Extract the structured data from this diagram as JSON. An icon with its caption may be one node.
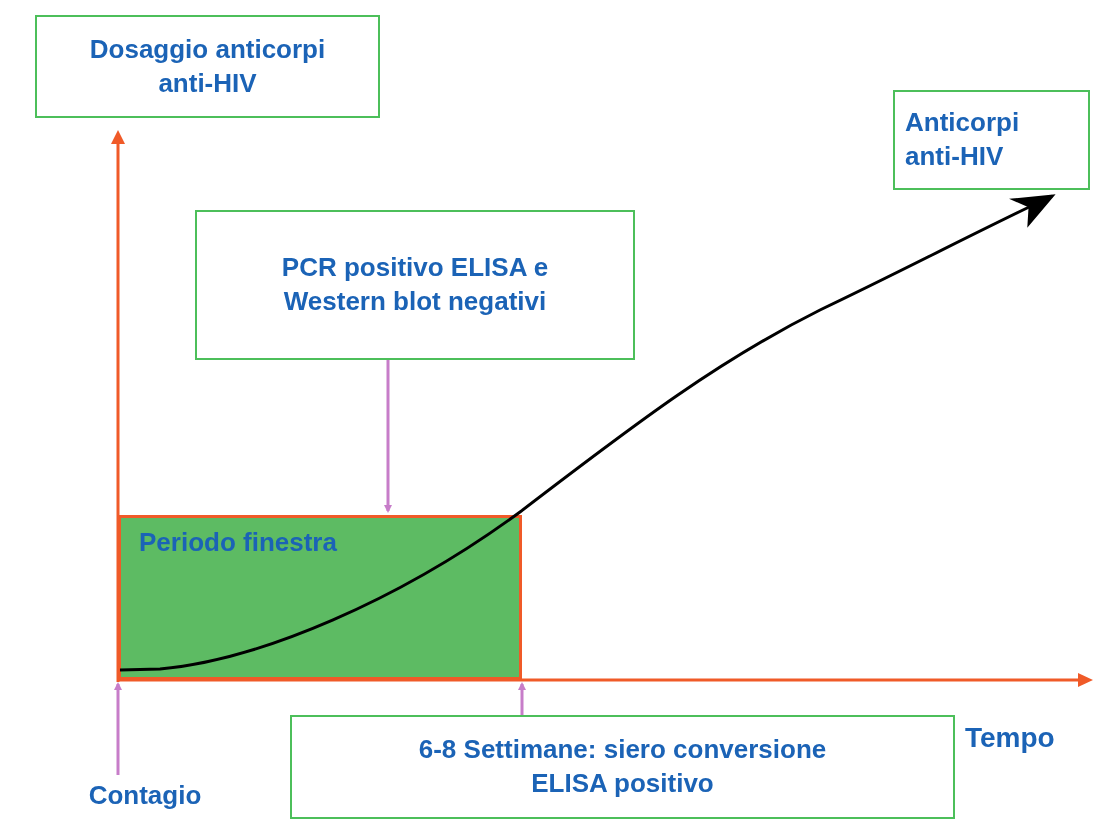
{
  "diagram": {
    "nodes": [
      {
        "text": [
          "Dosaggio anticorpi anti-HIV"
        ]
      },
      {
        "text": [
          "Anticorpi anti-HIV"
        ]
      },
      {
        "text": [
          "PCR positivo ELISA e Western blot negativi"
        ]
      },
      {
        "text": [
          "Periodo finestra"
        ]
      },
      {
        "text": [
          "6-8 Settimane: siero conversione ELISA positivo"
        ]
      },
      {
        "text": [
          "Contagio"
        ]
      }
    ],
    "edges": [
      {
        "from": 2,
        "to": 3,
        "arrow": "to"
      },
      {
        "from": 4,
        "to": 3,
        "arrow": "to"
      },
      {
        "from": 5,
        "to": 3,
        "arrow": "to"
      },
      {
        "from": 3,
        "to": 1,
        "arrow": "to",
        "color": "#000000"
      }
    ],
    "labels": [
      "Tempo"
    ]
  }
}
